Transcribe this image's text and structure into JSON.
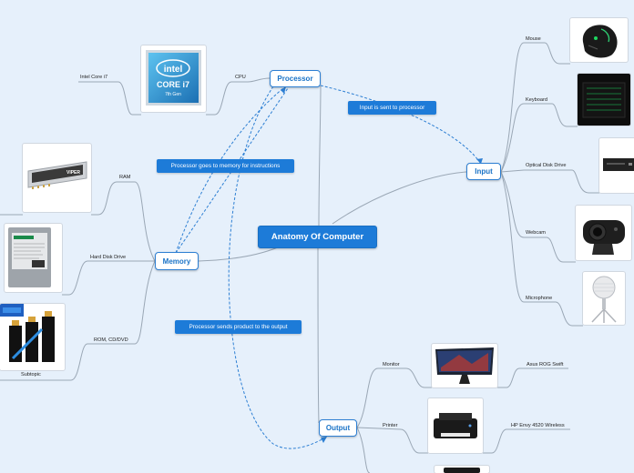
{
  "root": {
    "label": "Anatomy Of Computer"
  },
  "main_topics": {
    "processor": "Processor",
    "input": "Input",
    "memory": "Memory",
    "output": "Output"
  },
  "processor": {
    "cpu_label": "CPU",
    "cpu_item": "Intel Core i7"
  },
  "input": {
    "items": [
      "Mouse",
      "Keyboard",
      "Optical Disk Drive",
      "Webcam",
      "Microphone"
    ]
  },
  "memory": {
    "items": [
      "RAM",
      "Hard Disk Drive",
      "ROM, CD/DVD"
    ],
    "subtopic": "Subtopic"
  },
  "output": {
    "monitor": "Monitor",
    "monitor_item": "Asus ROG Swift",
    "printer": "Printer",
    "printer_item": "HP Envy 4520 Wireless"
  },
  "relationships": {
    "processor_to_input": "Input is sent to processor",
    "memory_to_processor": "Processor goes to memory for instructions",
    "processor_to_output": "Processor sends product to the output"
  },
  "image_text": {
    "intel_brand": "intel",
    "intel_model": "CORE i7",
    "intel_gen": "7th Gen",
    "ram_brand": "VIPER"
  },
  "colors": {
    "background": "#e6f0fb",
    "accent": "#1d7bd8",
    "line": "#9aa7b5",
    "relation": "#2d7fd3"
  }
}
